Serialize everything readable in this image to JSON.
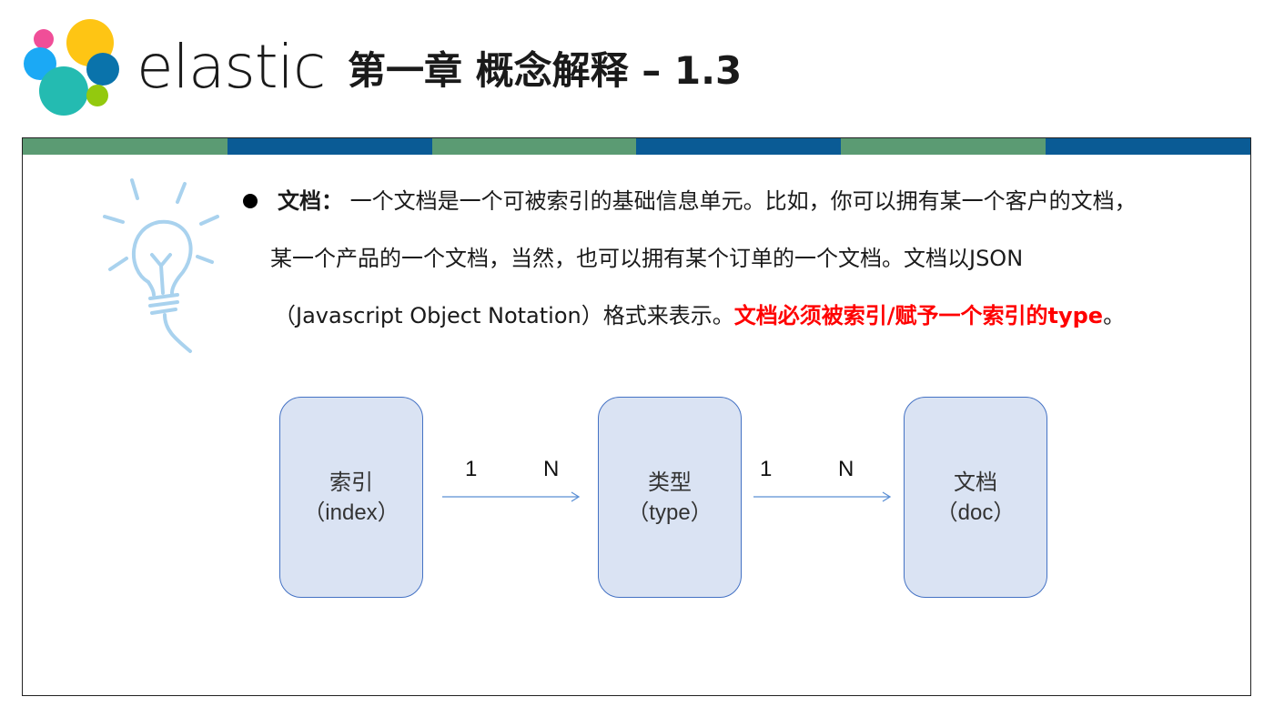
{
  "header": {
    "brand": "elastic",
    "chapter_title": "第一章 概念解释 – 1.3",
    "logo_colors": [
      "#f04e98",
      "#fec514",
      "#0077cc",
      "#1ba9f5",
      "#24bbb1",
      "#93c90e"
    ]
  },
  "stripes": [
    "#5b9b73",
    "#0a5b95",
    "#5b9b73",
    "#0a5b95",
    "#5b9b73",
    "#0a5b95"
  ],
  "content": {
    "term": "文档：",
    "line1_text": "一个文档是一个可被索引的基础信息单元。比如，你可以拥有某一个客户的文档，",
    "line2_text": "某一个产品的一个文档，当然，也可以拥有某个订单的一个文档。文档以JSON",
    "line3_text": "（Javascript Object Notation）格式来表示。",
    "line3_emphasis": "文档必须被索引/赋予一个索引的type",
    "line3_end": "。",
    "emphasis_color": "#ff0000"
  },
  "diagram": {
    "nodes": [
      {
        "label": "索引",
        "sub": "（index）"
      },
      {
        "label": "类型",
        "sub": "（type）"
      },
      {
        "label": "文档",
        "sub": "（doc）"
      }
    ],
    "relations": [
      {
        "from_card": "1",
        "to_card": "N"
      },
      {
        "from_card": "1",
        "to_card": "N"
      }
    ],
    "node_fill": "#dae3f3",
    "node_border": "#4472c4",
    "arrow_color": "#5b8fd4"
  }
}
